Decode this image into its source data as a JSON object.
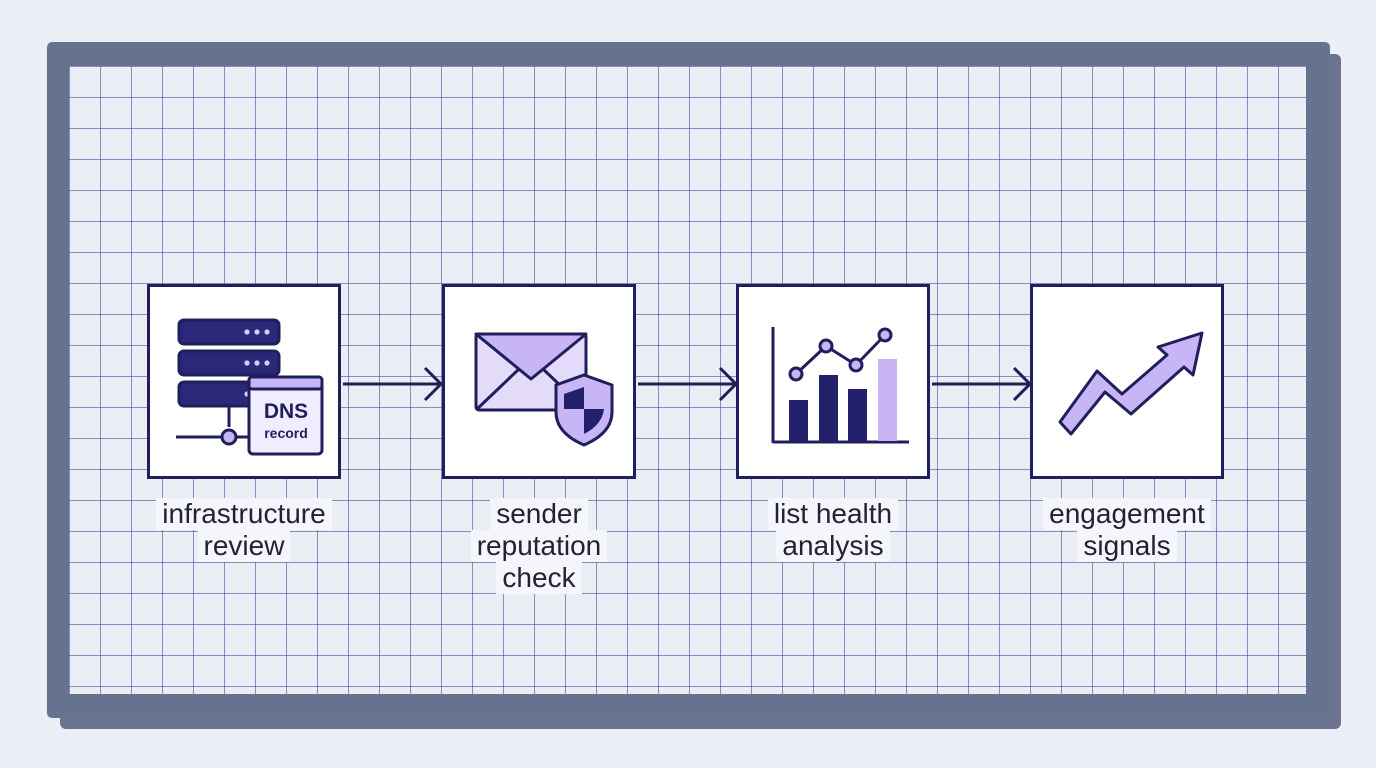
{
  "steps": [
    {
      "label_lines": [
        "infrastructure",
        "review"
      ],
      "icon": "server-dns-icon",
      "badge_title": "DNS",
      "badge_sub": "record"
    },
    {
      "label_lines": [
        "sender",
        "reputation",
        "check"
      ],
      "icon": "envelope-shield-icon"
    },
    {
      "label_lines": [
        "list health",
        "analysis"
      ],
      "icon": "bar-chart-trend-icon"
    },
    {
      "label_lines": [
        "engagement",
        "signals"
      ],
      "icon": "trend-up-arrow-icon"
    }
  ],
  "colors": {
    "frame": "#66738f",
    "stroke": "#1f1f5c",
    "accent": "#c8b5f5",
    "navy": "#22206b"
  }
}
